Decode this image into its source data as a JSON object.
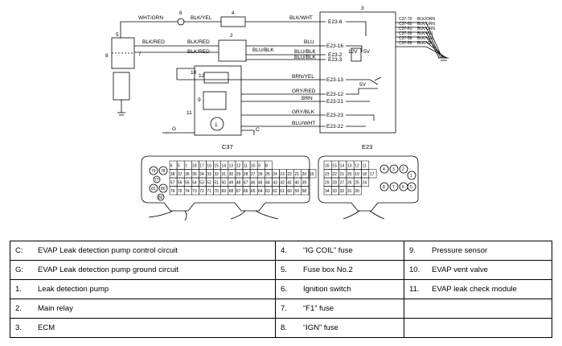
{
  "labels": {
    "n1": "1",
    "n2": "2",
    "n3": "3",
    "n4": "4",
    "n5": "5",
    "n6": "6",
    "n7": "7",
    "n8": "8",
    "n9": "9",
    "n10": "10",
    "n11": "11",
    "n12": "12",
    "c": "C",
    "g": "G"
  },
  "wires": {
    "wht_grn": "WHT/GRN",
    "blk_yel": "BLK/YEL",
    "blk_wht": "BLK/WHT",
    "blk_red_1": "BLK/RED",
    "blk_red_2": "BLK/RED",
    "blk_red_3": "BLK/RED",
    "blu": "BLU",
    "blu_blk_1": "BLU/BLK",
    "blu_blk_2": "BLU/BLK",
    "blu_blk_3": "BLU/BLK",
    "brn_yel": "BRN/YEL",
    "gry_red": "GRY/RED",
    "brn": "BRN",
    "gry_blk": "GRY/BLK",
    "blu_wht": "BLU/WHT"
  },
  "pins": {
    "e23_6": "E23-6",
    "e23_16": "E23-16",
    "e23_2": "E23-2",
    "e23_3": "E23-3",
    "e23_13": "E23-13",
    "e23_12": "E23-12",
    "e23_21": "E23-21",
    "e23_23": "E23-23",
    "e23_22": "E23-22"
  },
  "c37_pins": [
    "C37-70",
    "C37-60",
    "C37-61",
    "C37-39",
    "C37-58",
    "C37-59"
  ],
  "c37_wires": [
    "BLK/ORN",
    "BLK/ORN",
    "BLK/ORN",
    "BLK/YEL",
    "BLK/YEL",
    "BLK/YEL"
  ],
  "volts": {
    "v12": "12V",
    "v5a": "5V",
    "v5b": "5V"
  },
  "connectors": {
    "c37_title": "C37",
    "e23_title": "E23",
    "c37_rows": [
      [
        "6",
        "5",
        "1",
        "18",
        "17",
        "16",
        "15",
        "14",
        "13",
        "12",
        "11",
        "10",
        "9",
        "8",
        "",
        "",
        "",
        "",
        "",
        "",
        "",
        "",
        ""
      ],
      [
        "38",
        "37",
        "36",
        "35",
        "34",
        "33",
        "32",
        "31",
        "30",
        "29",
        "28",
        "27",
        "26",
        "25",
        "24",
        "23",
        "22",
        "21",
        "20",
        "19"
      ],
      [
        "57",
        "56",
        "55",
        "54",
        "53",
        "52",
        "51",
        "50",
        "49",
        "48",
        "47",
        "46",
        "45",
        "44",
        "43",
        "42",
        "41",
        "40",
        "39"
      ],
      [
        "76",
        "75",
        "74",
        "73",
        "72",
        "71",
        "70",
        "69",
        "68",
        "67",
        "66",
        "65",
        "64",
        "63",
        "62",
        "61",
        "60",
        "59",
        "58"
      ]
    ],
    "c37_side": [
      "79",
      "78",
      "77",
      "81",
      "80",
      "82"
    ],
    "e23_rows": [
      [
        "16",
        "15",
        "14",
        "13",
        "12",
        "11",
        "",
        ""
      ],
      [
        "23",
        "22",
        "21",
        "20",
        "19",
        "18",
        "17"
      ],
      [
        "29",
        "28",
        "27",
        "26",
        "25",
        "24"
      ],
      [
        "34",
        "33",
        "32",
        "31",
        "30"
      ]
    ],
    "e23_side": [
      "4",
      "3",
      "2",
      "1",
      "8",
      "7",
      "6",
      "5"
    ]
  },
  "legend": {
    "rows": [
      [
        {
          "key": "C:",
          "text": "EVAP Leak detection pump control circuit"
        },
        {
          "key": "4.",
          "text": "“IG COIL” fuse"
        },
        {
          "key": "9.",
          "text": "Pressure sensor"
        }
      ],
      [
        {
          "key": "G:",
          "text": "EVAP Leak detection pump ground circuit"
        },
        {
          "key": "5.",
          "text": "Fuse box No.2"
        },
        {
          "key": "10.",
          "text": "EVAP vent valve"
        }
      ],
      [
        {
          "key": "1.",
          "text": "Leak detection pump"
        },
        {
          "key": "6.",
          "text": "Ignition switch"
        },
        {
          "key": "11.",
          "text": "EVAP leak check module"
        }
      ],
      [
        {
          "key": "2.",
          "text": "Main relay"
        },
        {
          "key": "7.",
          "text": "“F1” fuse"
        },
        {
          "key": "",
          "text": ""
        }
      ],
      [
        {
          "key": "3.",
          "text": "ECM"
        },
        {
          "key": "8.",
          "text": "“IGN” fuse"
        },
        {
          "key": "",
          "text": ""
        }
      ]
    ]
  }
}
